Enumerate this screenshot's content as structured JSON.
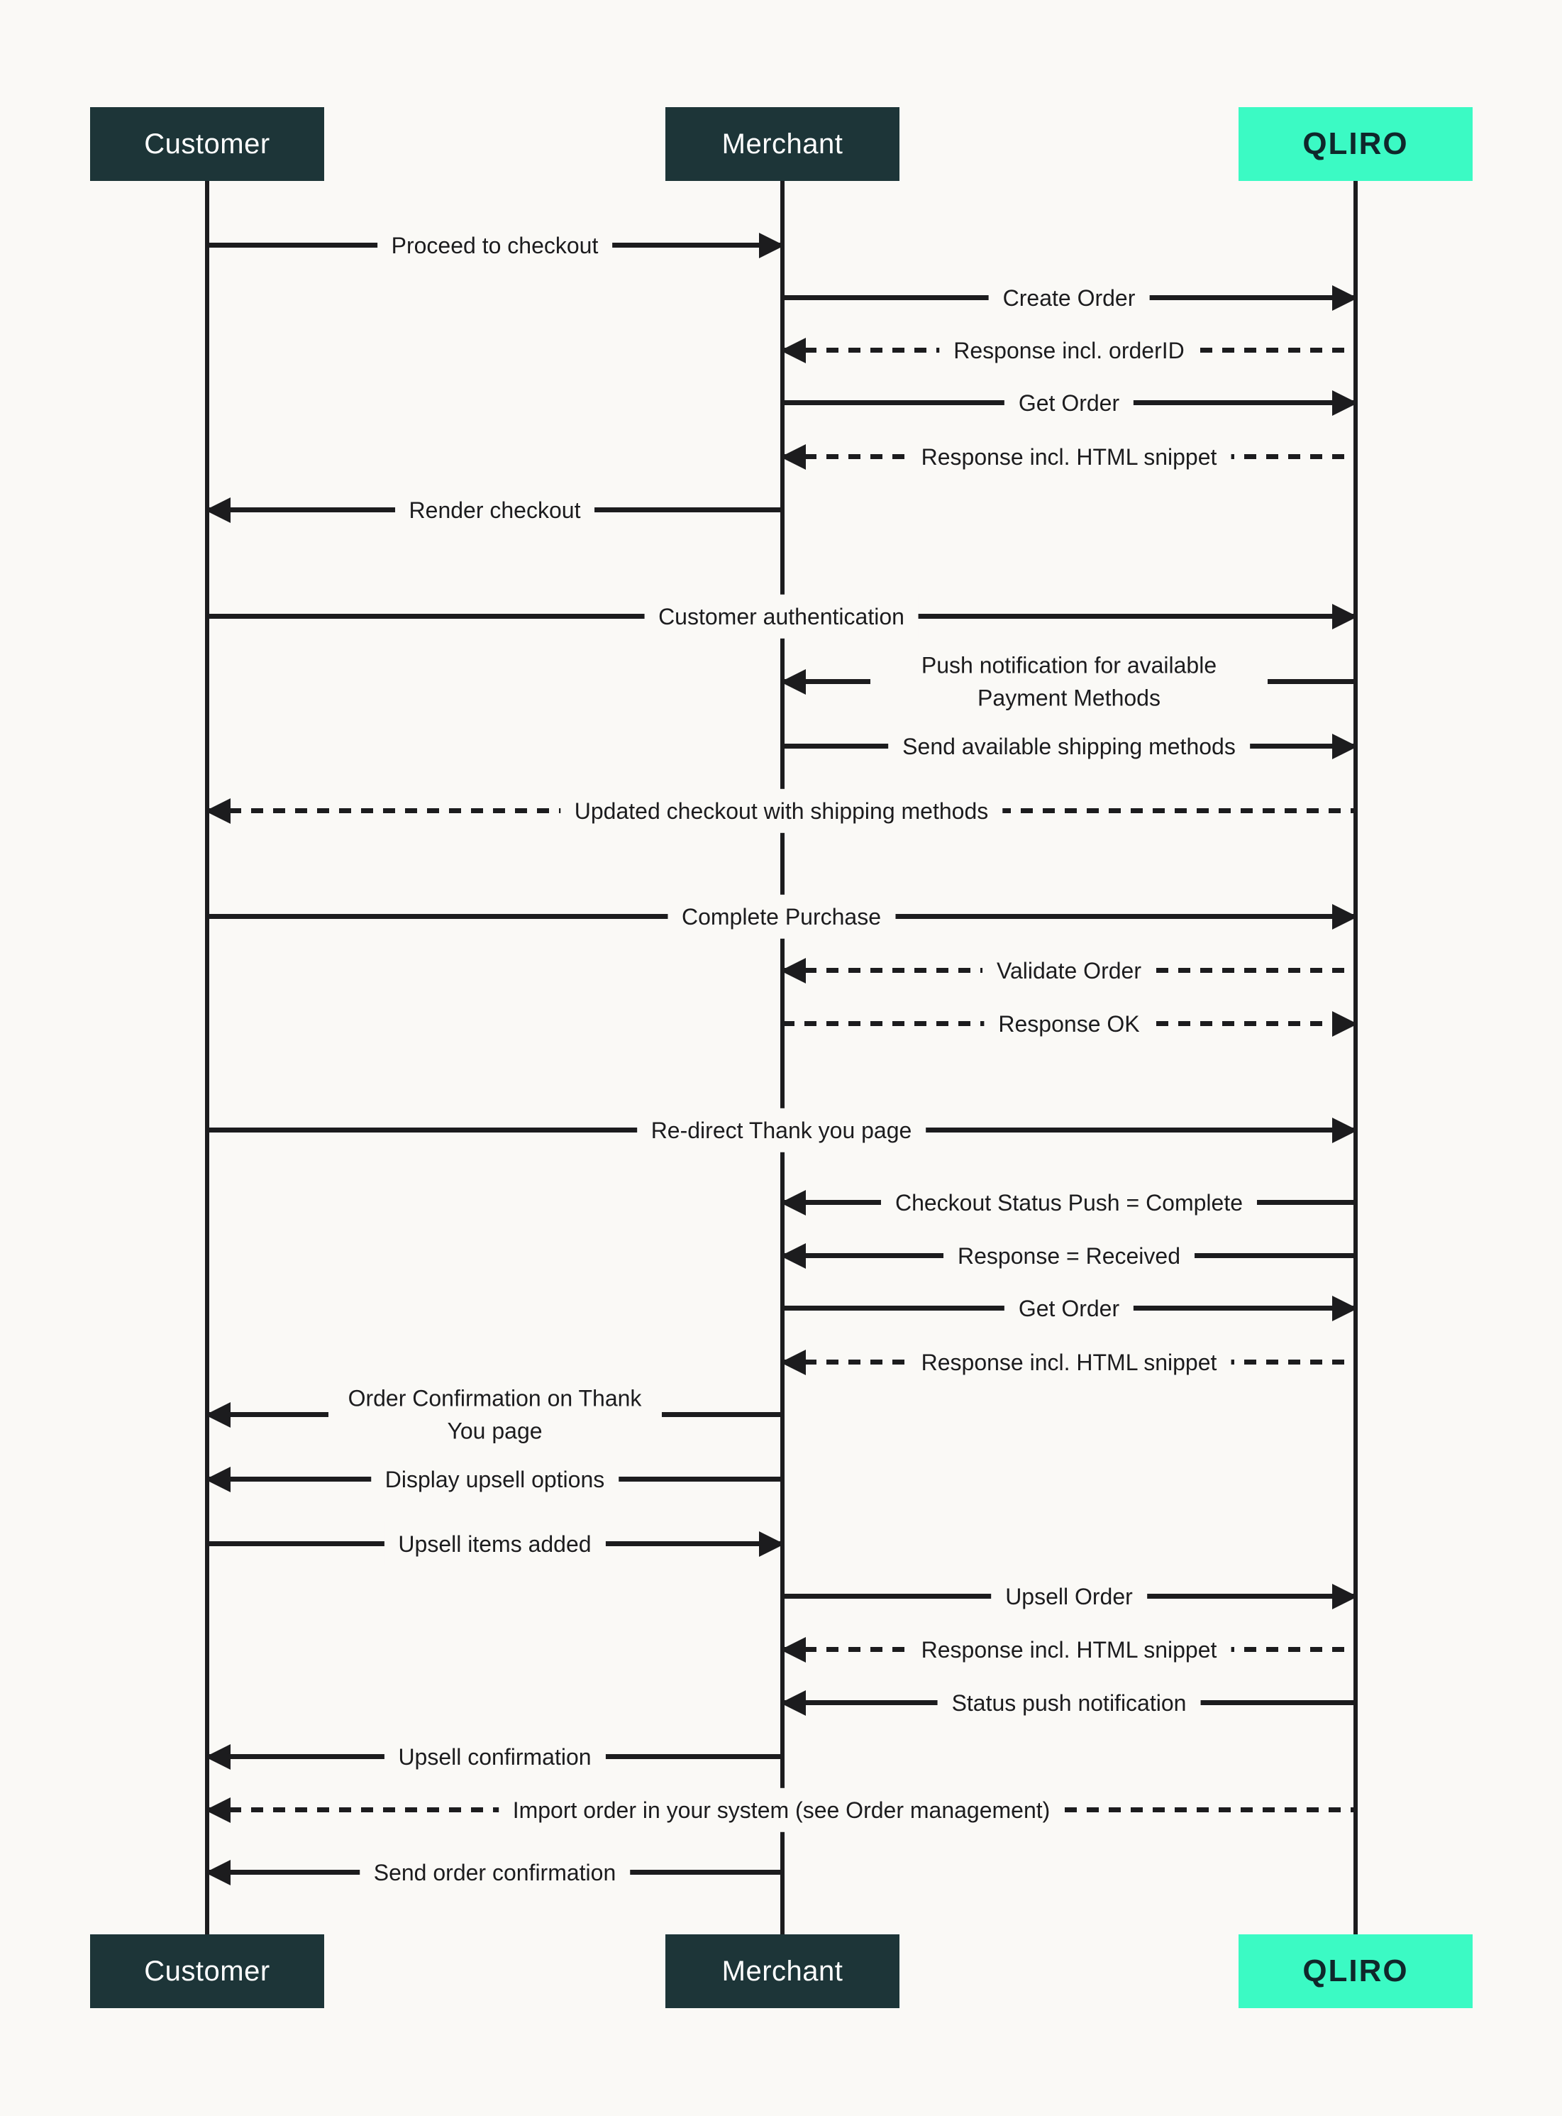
{
  "colors": {
    "background": "#FAF9F6",
    "actor_box": "#1D3538",
    "actor_text": "#FFFFFF",
    "qliro_box": "#3BFAC4",
    "qliro_text": "#0F272B",
    "line": "#1C1C1E"
  },
  "actors": [
    {
      "id": "customer",
      "label": "Customer"
    },
    {
      "id": "merchant",
      "label": "Merchant"
    },
    {
      "id": "qliro",
      "label": "QLIRO"
    }
  ],
  "messages": [
    {
      "label": "Proceed to checkout",
      "from": "customer",
      "to": "merchant",
      "line": "solid"
    },
    {
      "label": "Create Order",
      "from": "merchant",
      "to": "qliro",
      "line": "solid"
    },
    {
      "label": "Response incl. orderID",
      "from": "qliro",
      "to": "merchant",
      "line": "dashed"
    },
    {
      "label": "Get Order",
      "from": "merchant",
      "to": "qliro",
      "line": "solid"
    },
    {
      "label": "Response incl. HTML snippet",
      "from": "qliro",
      "to": "merchant",
      "line": "dashed"
    },
    {
      "label": "Render checkout",
      "from": "merchant",
      "to": "customer",
      "line": "solid"
    },
    {
      "label": "Customer authentication",
      "from": "customer",
      "to": "qliro",
      "line": "solid"
    },
    {
      "label": "Push notification for available Payment Methods",
      "from": "qliro",
      "to": "merchant",
      "line": "solid"
    },
    {
      "label": "Send available shipping methods",
      "from": "merchant",
      "to": "qliro",
      "line": "solid"
    },
    {
      "label": "Updated checkout with shipping methods",
      "from": "qliro",
      "to": "customer",
      "line": "dashed"
    },
    {
      "label": "Complete Purchase",
      "from": "customer",
      "to": "qliro",
      "line": "solid"
    },
    {
      "label": "Validate Order",
      "from": "qliro",
      "to": "merchant",
      "line": "dashed"
    },
    {
      "label": "Response OK",
      "from": "merchant",
      "to": "qliro",
      "line": "dashed"
    },
    {
      "label": "Re-direct Thank you page",
      "from": "customer",
      "to": "qliro",
      "line": "solid"
    },
    {
      "label": "Checkout Status Push = Complete",
      "from": "qliro",
      "to": "merchant",
      "line": "solid"
    },
    {
      "label": "Response = Received",
      "from": "qliro",
      "to": "merchant",
      "line": "solid"
    },
    {
      "label": "Get Order",
      "from": "merchant",
      "to": "qliro",
      "line": "solid"
    },
    {
      "label": "Response incl. HTML snippet",
      "from": "qliro",
      "to": "merchant",
      "line": "dashed"
    },
    {
      "label": "Order Confirmation on Thank You page",
      "from": "merchant",
      "to": "customer",
      "line": "solid"
    },
    {
      "label": "Display upsell options",
      "from": "merchant",
      "to": "customer",
      "line": "solid"
    },
    {
      "label": "Upsell items added",
      "from": "customer",
      "to": "merchant",
      "line": "solid"
    },
    {
      "label": "Upsell Order",
      "from": "merchant",
      "to": "qliro",
      "line": "solid"
    },
    {
      "label": "Response incl. HTML snippet",
      "from": "qliro",
      "to": "merchant",
      "line": "dashed"
    },
    {
      "label": "Status push notification",
      "from": "qliro",
      "to": "merchant",
      "line": "solid"
    },
    {
      "label": "Upsell confirmation",
      "from": "merchant",
      "to": "customer",
      "line": "solid"
    },
    {
      "label": "Import order in your system (see Order management)",
      "from": "qliro",
      "to": "customer",
      "line": "dashed"
    },
    {
      "label": "Send order confirmation",
      "from": "merchant",
      "to": "customer",
      "line": "solid"
    }
  ]
}
